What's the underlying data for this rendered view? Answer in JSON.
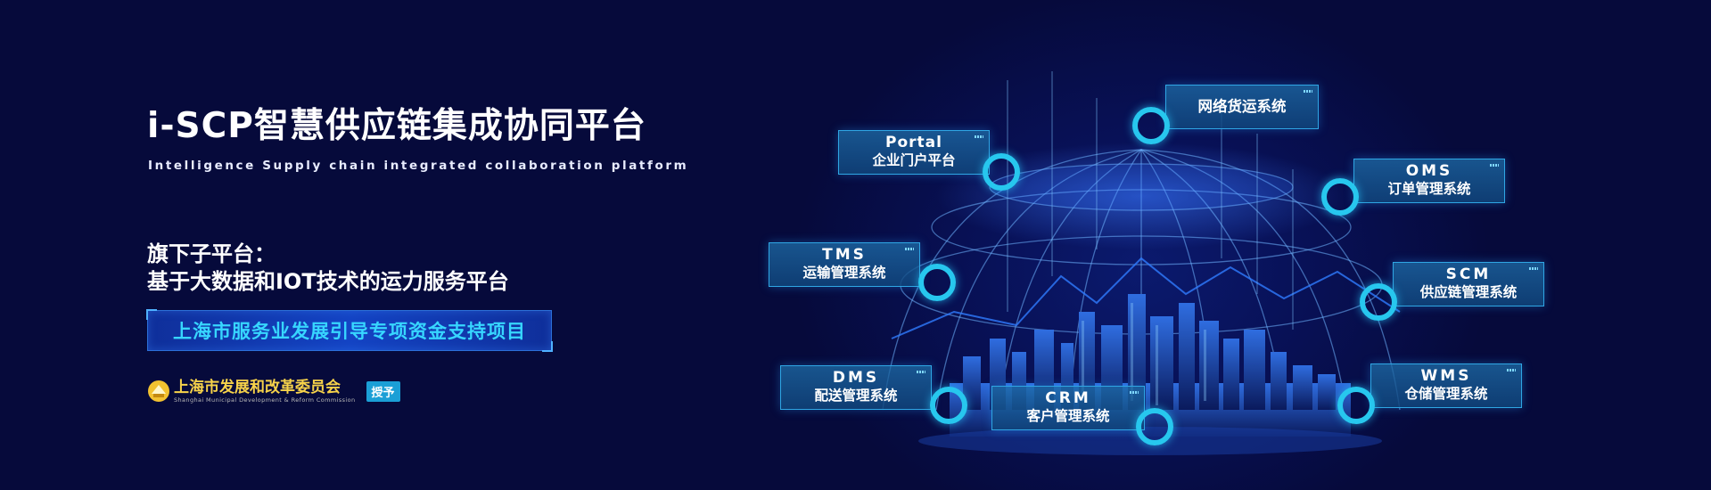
{
  "banner": {
    "title": "i-SCP智慧供应链集成协同平台",
    "subtitle": "Intelligence Supply chain integrated collaboration platform",
    "sub_heading_line1": "旗下子平台：",
    "sub_heading_line2": "基于大数据和IOT技术的运力服务平台",
    "project_label": "上海市服务业发展引导专项资金支持项目",
    "grantor_name": "上海市发展和改革委员会",
    "grantor_en": "Shanghai Municipal Development & Reform Commission",
    "grant_badge": "授予"
  },
  "systems": {
    "network": {
      "name": "网络货运系统"
    },
    "portal": {
      "code": "Portal",
      "name": "企业门户平台"
    },
    "oms": {
      "code": "OMS",
      "name": "订单管理系统"
    },
    "tms": {
      "code": "TMS",
      "name": "运输管理系统"
    },
    "scm": {
      "code": "SCM",
      "name": "供应链管理系统"
    },
    "dms": {
      "code": "DMS",
      "name": "配送管理系统"
    },
    "crm": {
      "code": "CRM",
      "name": "客户管理系统"
    },
    "wms": {
      "code": "WMS",
      "name": "仓储管理系统"
    }
  },
  "colors": {
    "background": "#060a3b",
    "accent_cyan": "#37d6ff",
    "grantor_gold": "#f6d24a",
    "card_border": "#2fa6e4"
  },
  "icons": {
    "grantor_logo": "shanghai-drc-emblem-icon",
    "node": "ring-node-icon"
  }
}
